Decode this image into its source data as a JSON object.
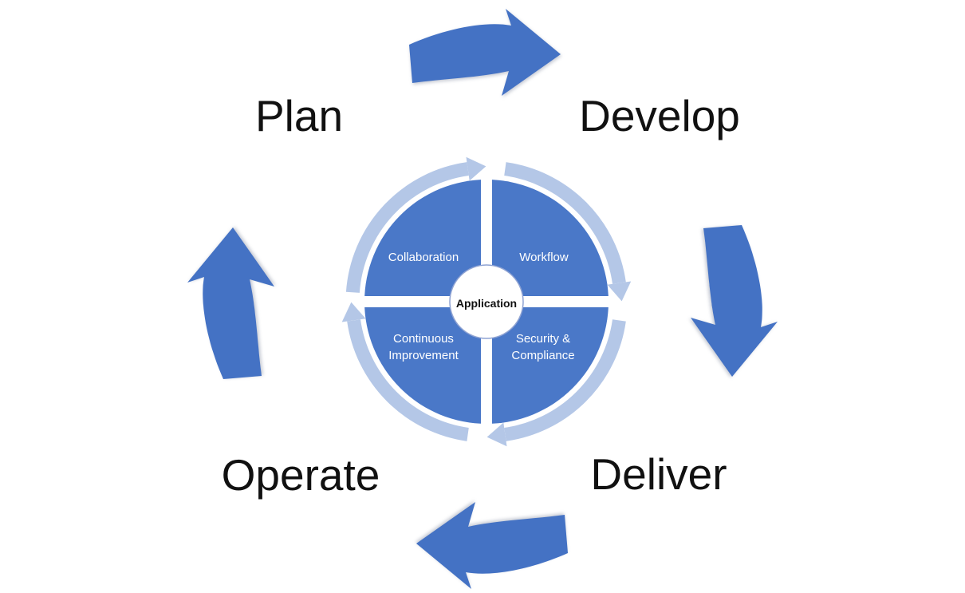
{
  "stages": [
    {
      "label": "Plan",
      "position": "top-left"
    },
    {
      "label": "Develop",
      "position": "top-right"
    },
    {
      "label": "Deliver",
      "position": "bottom-right"
    },
    {
      "label": "Operate",
      "position": "bottom-left"
    }
  ],
  "quadrants": [
    {
      "label": "Collaboration",
      "position": "top-left"
    },
    {
      "label": "Workflow",
      "position": "top-right"
    },
    {
      "label": "Continuous Improvement",
      "position": "bottom-left"
    },
    {
      "label": "Security & Compliance",
      "position": "bottom-right"
    }
  ],
  "center": {
    "label": "Application"
  },
  "cycle_arrows": [
    {
      "name": "cycle-arrow-top-icon",
      "direction": "right"
    },
    {
      "name": "cycle-arrow-right-icon",
      "direction": "down"
    },
    {
      "name": "cycle-arrow-bottom-icon",
      "direction": "left"
    },
    {
      "name": "cycle-arrow-left-icon",
      "direction": "up"
    }
  ],
  "colors": {
    "arrow_blue": "#4472C4",
    "quadrant_blue": "#4A78C8",
    "ring_light_blue": "#B4C7E7",
    "stage_text": "#111111",
    "quadrant_text": "#FFFFFF",
    "center_text": "#111111",
    "background": "#FFFFFF"
  }
}
